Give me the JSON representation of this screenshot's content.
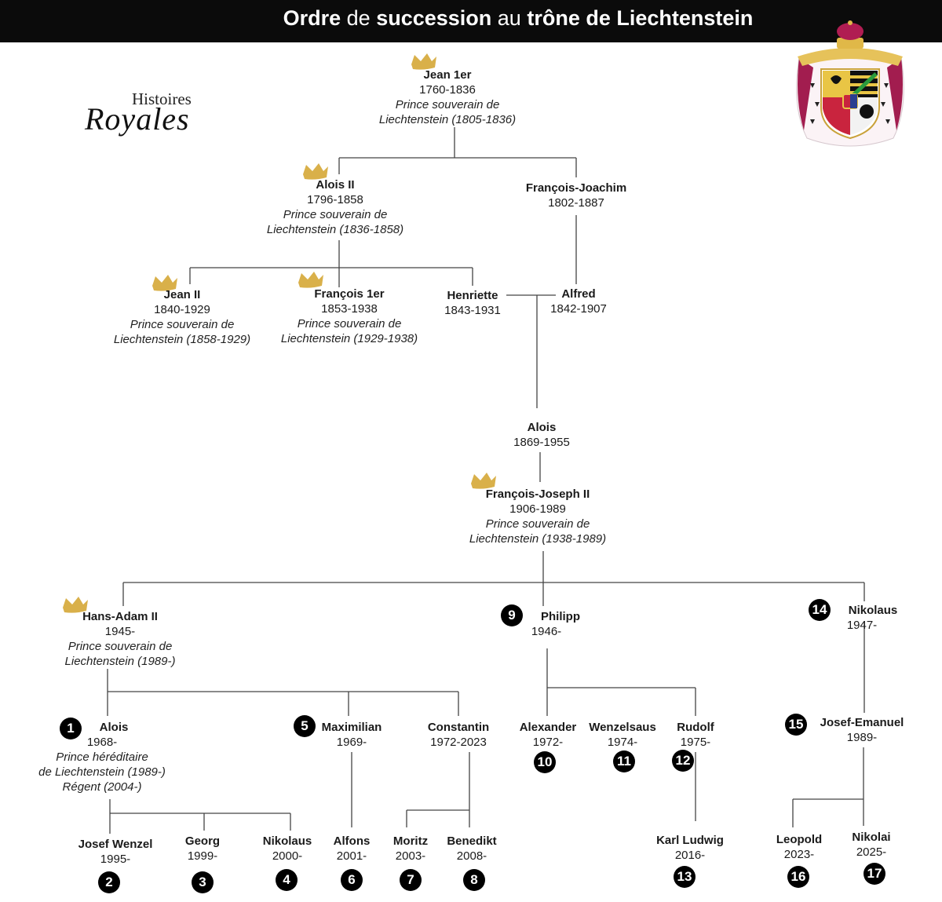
{
  "header": {
    "title_parts": [
      "Ordre",
      "de",
      "succession",
      "au",
      "trône de Liechtenstein"
    ]
  },
  "logo": {
    "line1": "Histoires",
    "line2": "Royales"
  },
  "colors": {
    "header_bg": "#0b0b0b",
    "crown_gold": "#d9b04a",
    "badge_bg": "#000000",
    "line": "#444444"
  },
  "people": {
    "jean1": {
      "name": "Jean 1er",
      "dates": "1760-1836",
      "desc": [
        "Prince souverain de",
        "Liechtenstein (1805-1836)"
      ]
    },
    "alois2": {
      "name": "Alois II",
      "dates": "1796-1858",
      "desc": [
        "Prince souverain de",
        "Liechtenstein (1836-1858)"
      ]
    },
    "fjoachim": {
      "name": "François-Joachim",
      "dates": "1802-1887"
    },
    "jean2": {
      "name": "Jean II",
      "dates": "1840-1929",
      "desc": [
        "Prince souverain de",
        "Liechtenstein (1858-1929)"
      ]
    },
    "franc1": {
      "name": "François 1er",
      "dates": "1853-1938",
      "desc": [
        "Prince souverain de",
        "Liechtenstein (1929-1938)"
      ]
    },
    "henriette": {
      "name": "Henriette",
      "dates": "1843-1931"
    },
    "alfred": {
      "name": "Alfred",
      "dates": "1842-1907"
    },
    "alois_b": {
      "name": "Alois",
      "dates": "1869-1955"
    },
    "fjoseph2": {
      "name": "François-Joseph II",
      "dates": "1906-1989",
      "desc": [
        "Prince souverain de",
        "Liechtenstein (1938-1989)"
      ]
    },
    "hansadam": {
      "name": "Hans-Adam II",
      "dates": "1945-",
      "desc": [
        "Prince souverain de",
        "Liechtenstein (1989-)"
      ]
    },
    "philipp": {
      "name": "Philipp",
      "dates": "1946-"
    },
    "nikolaus_a": {
      "name": "Nikolaus",
      "dates": "1947-"
    },
    "alois_c": {
      "name": "Alois",
      "dates": "1968-",
      "desc": [
        "Prince héréditaire",
        "de Liechtenstein (1989-)",
        "Régent (2004-)"
      ]
    },
    "maximilian": {
      "name": "Maximilian",
      "dates": "1969-"
    },
    "constantin": {
      "name": "Constantin",
      "dates": "1972-2023"
    },
    "alexander": {
      "name": "Alexander",
      "dates": "1972-"
    },
    "wenzelsaus": {
      "name": "Wenzelsaus",
      "dates": "1974-"
    },
    "rudolf": {
      "name": "Rudolf",
      "dates": "1975-"
    },
    "josefemanuel": {
      "name": "Josef-Emanuel",
      "dates": "1989-"
    },
    "josefwenzel": {
      "name": "Josef Wenzel",
      "dates": "1995-"
    },
    "georg": {
      "name": "Georg",
      "dates": "1999-"
    },
    "nikolaus_b": {
      "name": "Nikolaus",
      "dates": "2000-"
    },
    "alfons": {
      "name": "Alfons",
      "dates": "2001-"
    },
    "moritz": {
      "name": "Moritz",
      "dates": "2003-"
    },
    "benedikt": {
      "name": "Benedikt",
      "dates": "2008-"
    },
    "karlludwig": {
      "name": "Karl Ludwig",
      "dates": "2016-"
    },
    "leopold": {
      "name": "Leopold",
      "dates": "2023-"
    },
    "nikolai": {
      "name": "Nikolai",
      "dates": "2025-"
    }
  },
  "badges": {
    "alois_c": "1",
    "josefwenzel": "2",
    "georg": "3",
    "nikolaus_b": "4",
    "maximilian": "5",
    "alfons": "6",
    "moritz": "7",
    "benedikt": "8",
    "philipp": "9",
    "alexander": "10",
    "wenzelsaus": "11",
    "rudolf": "12",
    "karlludwig": "13",
    "nikolaus_a": "14",
    "josefemanuel": "15",
    "leopold": "16",
    "nikolai": "17"
  }
}
